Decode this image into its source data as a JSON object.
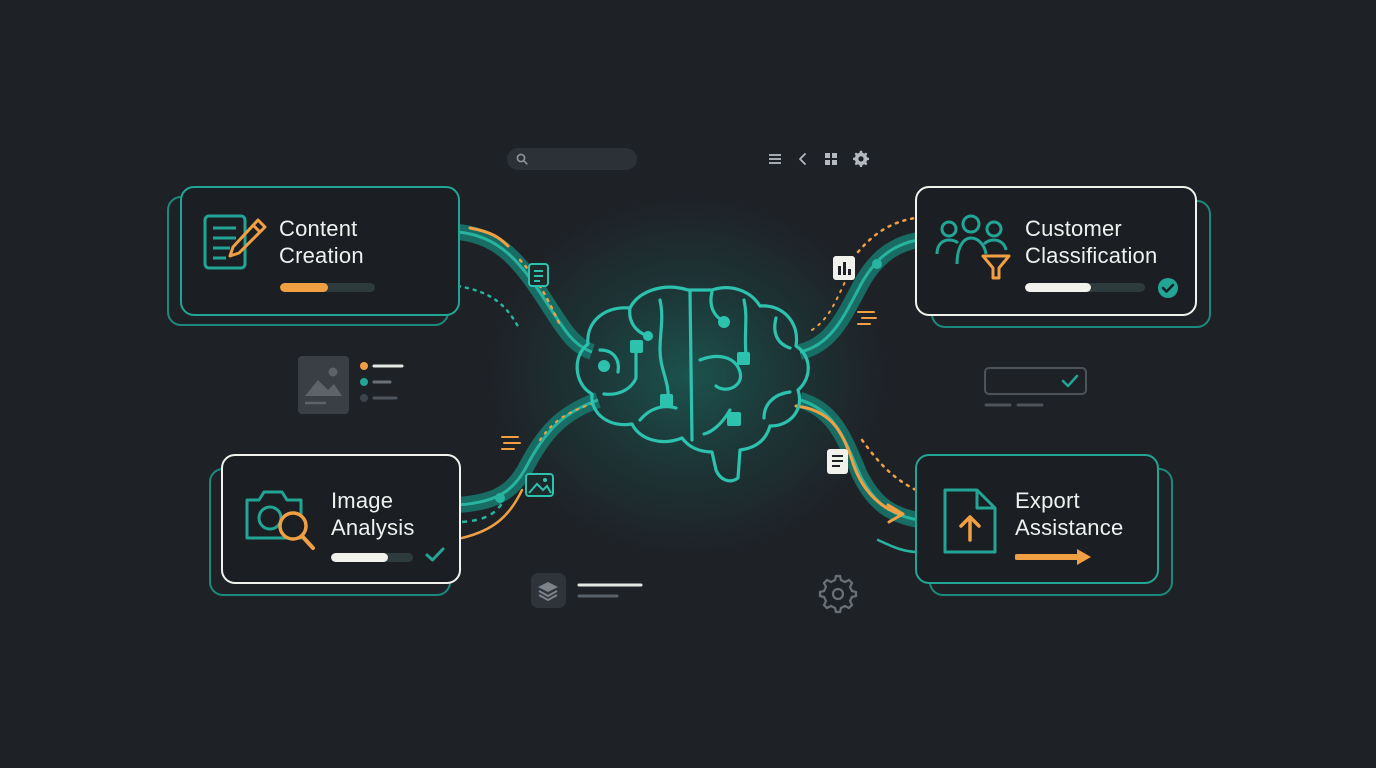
{
  "toolbar": {
    "search_placeholder": "",
    "icons": [
      "menu-icon",
      "chevron-left-icon",
      "grid-icon",
      "gear-icon"
    ]
  },
  "colors": {
    "background": "#1e2227",
    "teal": "#22a594",
    "orange": "#f0a043",
    "white": "#f2f2ec",
    "track": "#2d3b3c"
  },
  "center": {
    "icon": "brain-circuit-icon"
  },
  "cards": [
    {
      "id": "content-creation",
      "line1": "Content",
      "line2": "Creation",
      "icon": "document-pen-icon",
      "progress": 0.5,
      "bar_color": "#f0a043"
    },
    {
      "id": "customer-classification",
      "line1": "Customer",
      "line2": "Classification",
      "icon": "users-filter-icon",
      "progress": 0.55,
      "bar_color": "#f2f2ec",
      "status": "check-circle-icon"
    },
    {
      "id": "image-analysis",
      "line1": "Image",
      "line2": "Analysis",
      "icon": "camera-search-icon",
      "progress": 0.7,
      "bar_color": "#f2f2ec",
      "status": "check-icon"
    },
    {
      "id": "export-assistance",
      "line1": "Export",
      "line2": "Assistance",
      "icon": "file-upload-icon",
      "status": "arrow-right-icon"
    }
  ],
  "decorations": [
    "image-thumbnail-icon",
    "list-lines-icon",
    "check-box-icon",
    "layers-icon",
    "gear-outline-icon",
    "document-icon",
    "bar-chart-doc-icon",
    "image-icon"
  ]
}
